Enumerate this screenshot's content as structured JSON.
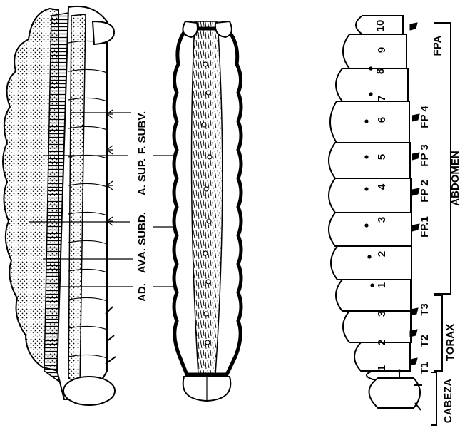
{
  "labels": {
    "left": {
      "f_subv": "F. SUBV.",
      "a_sup": "A. SUP.",
      "a_subd": "A. SUBD.",
      "av": "AV.",
      "ad": "AD."
    },
    "right": {
      "fpa": "FPA",
      "fp4": "FP 4",
      "fp3": "FP 3",
      "fp2": "FP 2",
      "fp1": "FP.1",
      "t3": "T3",
      "t2": "T2",
      "t1": "T1",
      "abdomen": "ABDOMEN",
      "torax": "TORAX",
      "cabeza": "CABEZA"
    },
    "segments": [
      "10",
      "9",
      "8",
      "7",
      "6",
      "5",
      "4",
      "3",
      "2",
      "1",
      "3",
      "2",
      "1"
    ]
  }
}
